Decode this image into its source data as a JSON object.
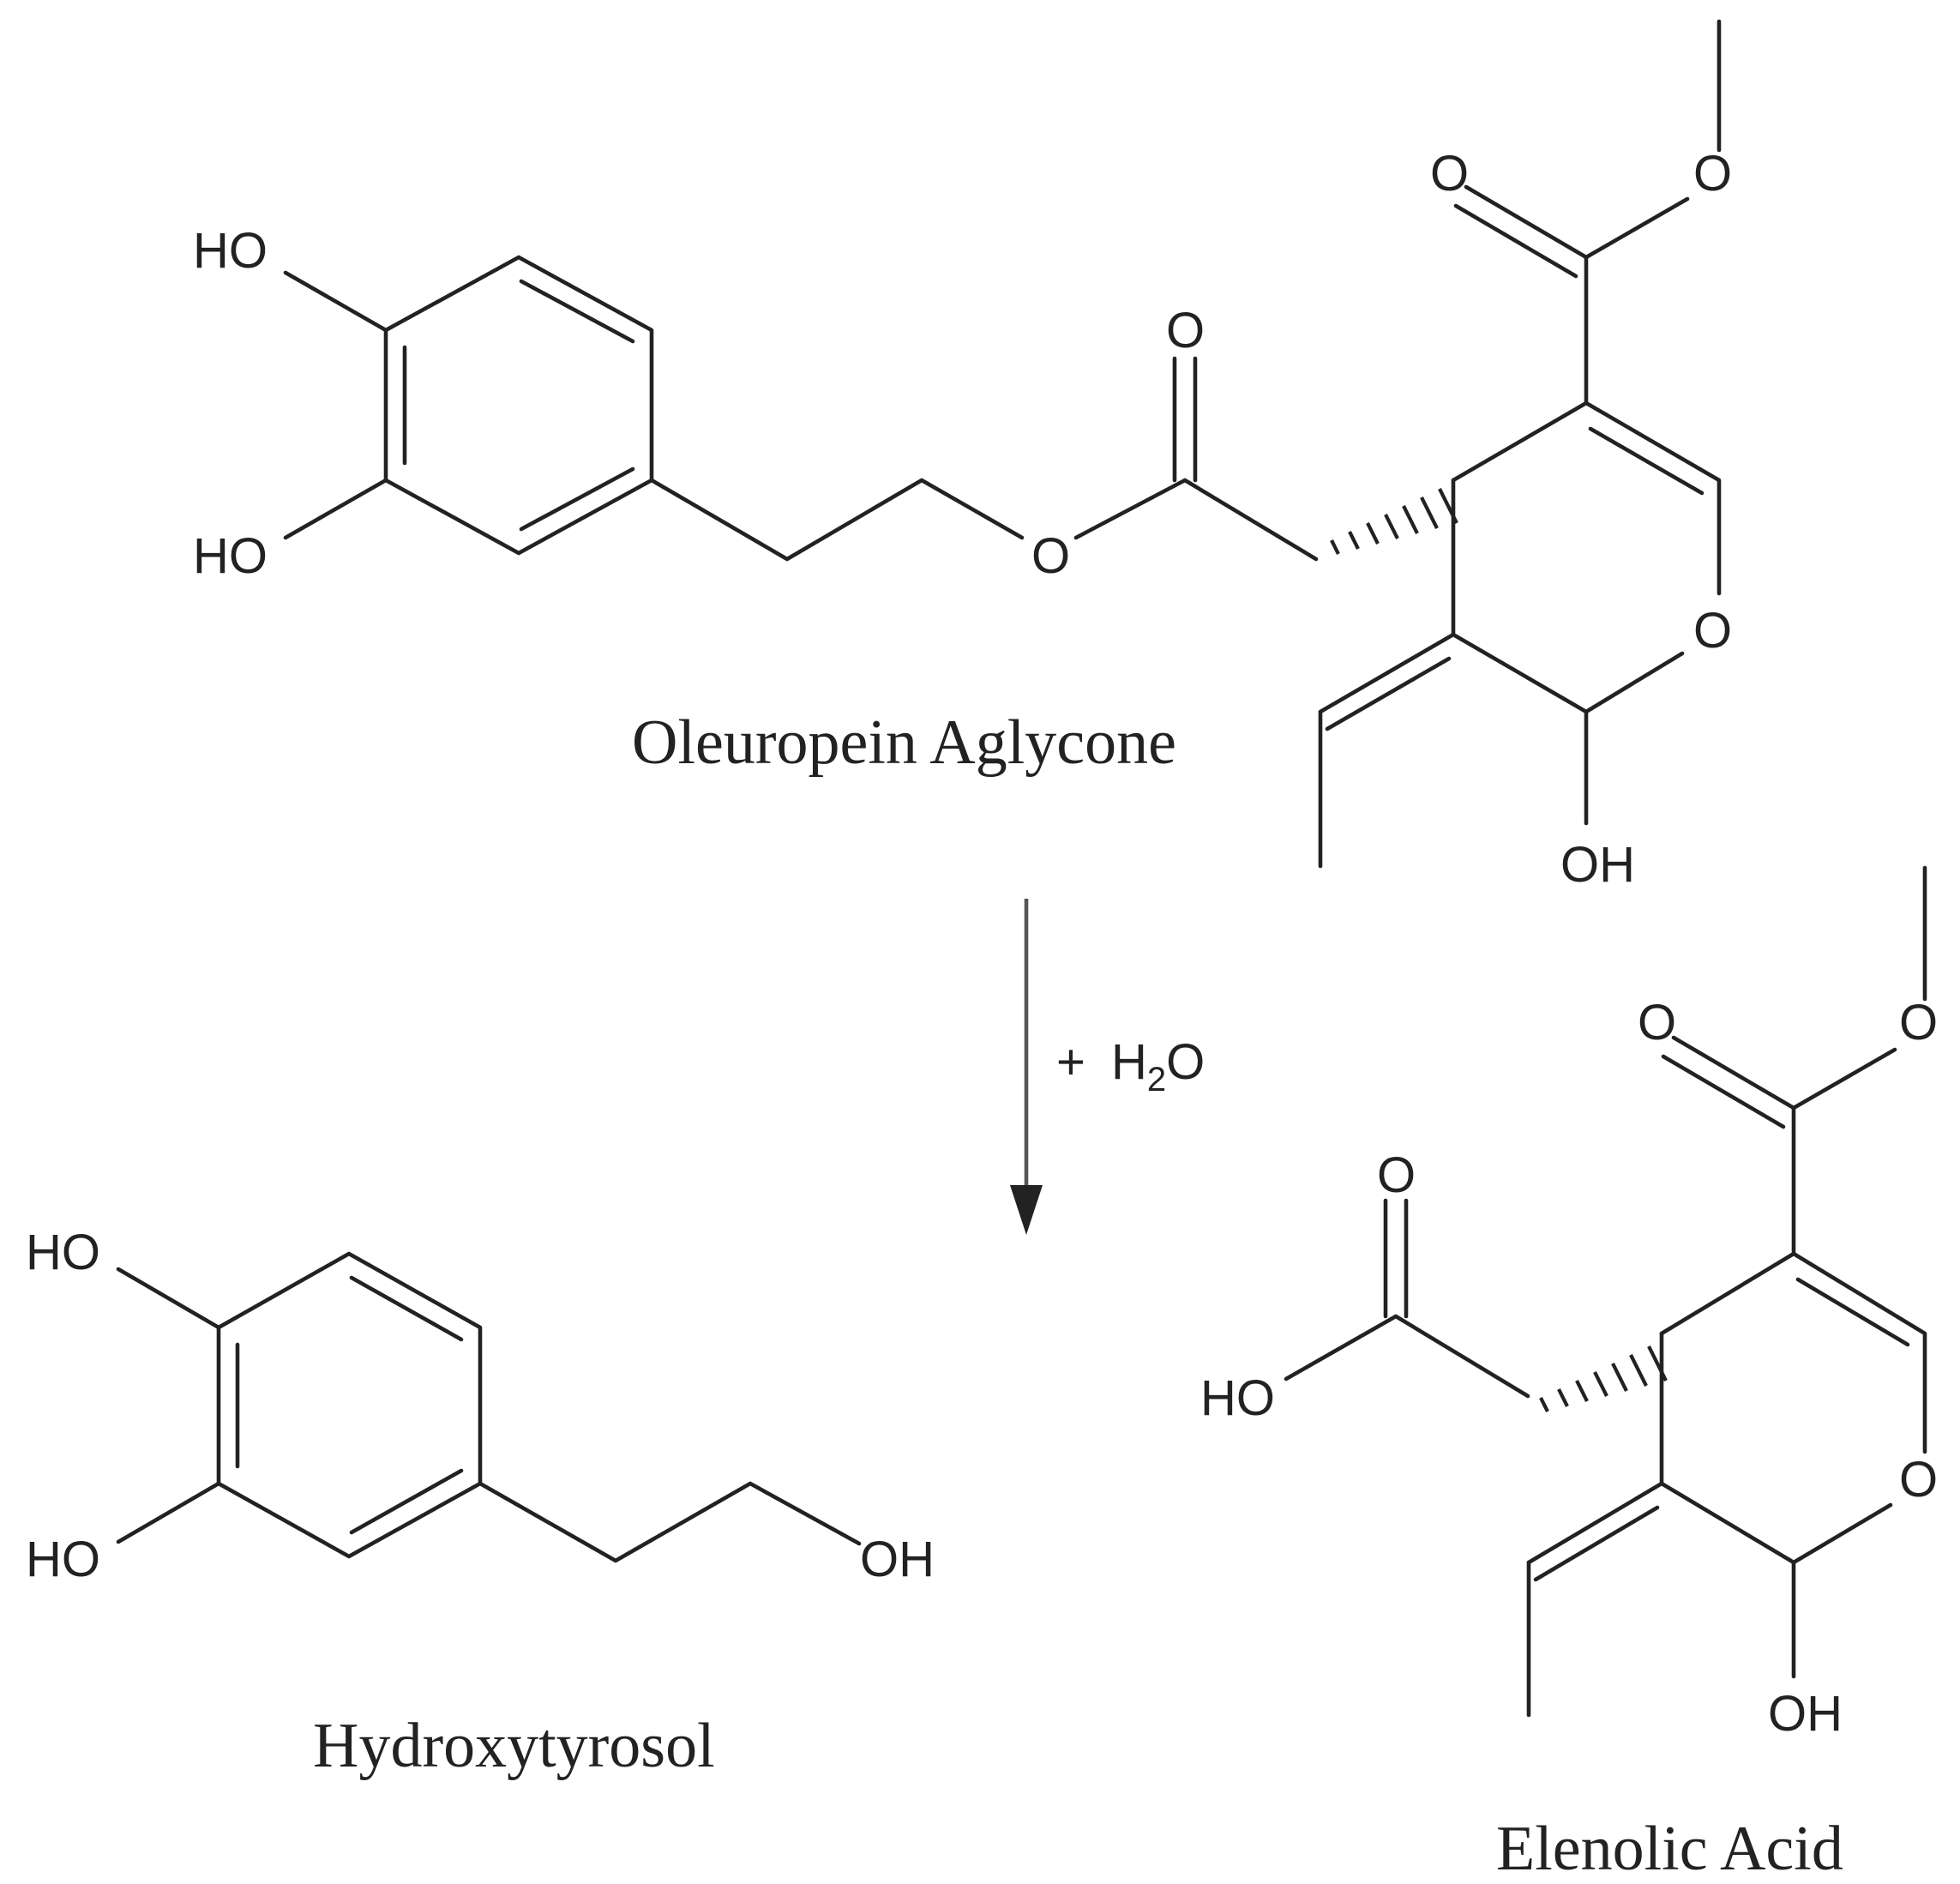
{
  "scheme": {
    "reactant": {
      "name": "Oleuropein Aglycone",
      "labels": [
        "HO",
        "HO",
        "O",
        "O",
        "O",
        "O",
        "O",
        "OH"
      ]
    },
    "reagent": {
      "plus": "+",
      "symbol": "H",
      "subscript": "2",
      "tail": "O"
    },
    "product_1": {
      "name": "Hydroxytyrosol",
      "labels": [
        "HO",
        "HO",
        "OH"
      ]
    },
    "product_2": {
      "name": "Elenolic Acid",
      "labels": [
        "O",
        "O",
        "O",
        "HO",
        "O",
        "OH"
      ]
    }
  }
}
